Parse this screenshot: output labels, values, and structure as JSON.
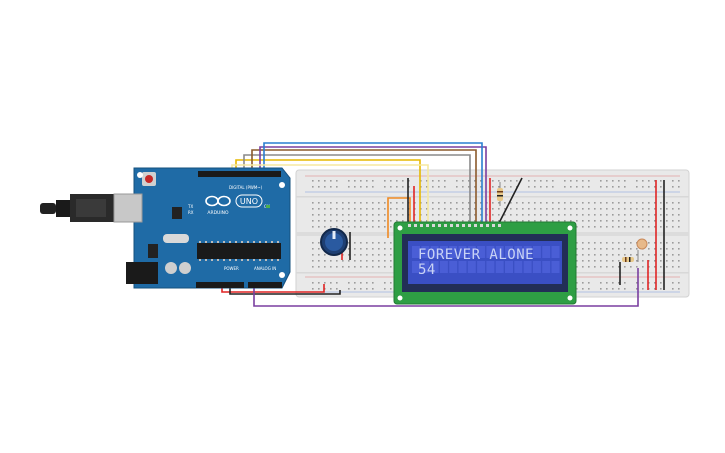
{
  "arduino": {
    "brand": "ARDUINO",
    "model": "UNO",
    "header_digital": "DIGITAL (PWM~)",
    "header_power": "POWER",
    "header_analog": "ANALOG IN",
    "led_on": "ON",
    "led_tx": "TX",
    "led_rx": "RX",
    "board_color": "#1f6ba6"
  },
  "lcd": {
    "line1": "FOREVER ALONE",
    "line2": "54",
    "pcb_color": "#2e9e44",
    "screen_color": "#3a4fc4"
  },
  "breadboard": {
    "color": "#e9e9e9"
  },
  "wire_colors": {
    "red": "#e02424",
    "black": "#222222",
    "orange": "#f08a24",
    "yellow": "#e6b800",
    "blue": "#2a7fd0",
    "purple": "#7a3fa0",
    "gray": "#8a8a8a",
    "brown": "#8b5a2b"
  }
}
